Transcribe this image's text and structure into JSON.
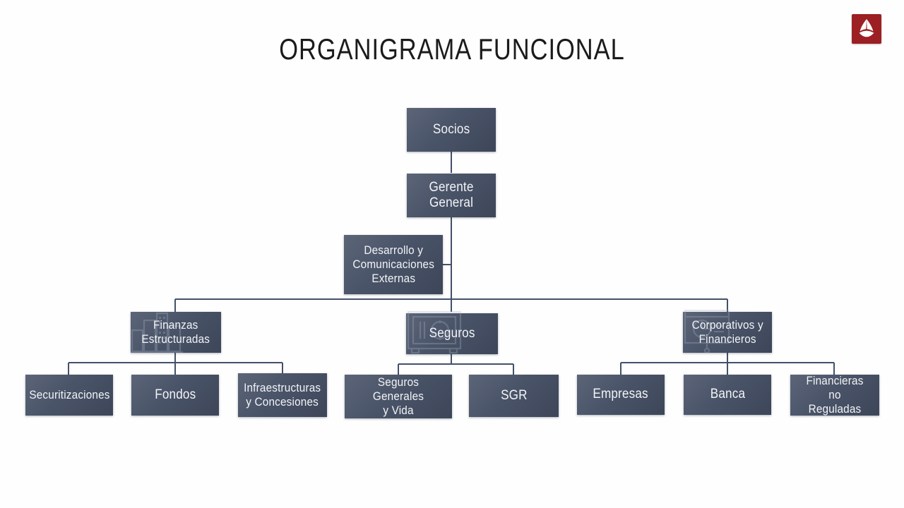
{
  "page": {
    "title": "ORGANIGRAMA FUNCIONAL",
    "background_color": "#fefefe",
    "box_fill_from": "#5c6578",
    "box_fill_to": "#3d4659",
    "box_text_color": "#f2f4f7",
    "connector_color": "#44506a",
    "logo_color": "#9c1f23",
    "logo_mark_color": "#ffffff"
  },
  "logo": {
    "name": "brand-logo",
    "shape": "triangle-trifold"
  },
  "chart_data": {
    "type": "org-chart",
    "title": "ORGANIGRAMA FUNCIONAL",
    "root": "Socios",
    "nodes": [
      {
        "id": "socios",
        "label": "Socios",
        "level": 0,
        "icon": "none"
      },
      {
        "id": "gerente",
        "label": "Gerente General",
        "level": 1,
        "icon": "none"
      },
      {
        "id": "desarrollo",
        "label": "Desarrollo y\nComunicaciones\nExternas",
        "level": 2,
        "icon": "none",
        "staff": true
      },
      {
        "id": "finanzas",
        "label": "Finanzas\nEstructuradas",
        "level": 3,
        "icon": "buildings-icon"
      },
      {
        "id": "seguros",
        "label": "Seguros",
        "level": 3,
        "icon": "safe-icon"
      },
      {
        "id": "corporativos",
        "label": "Corporativos y\nFinancieros",
        "level": 3,
        "icon": "presentation-board-icon"
      },
      {
        "id": "securitizaciones",
        "label": "Securitizaciones",
        "level": 4,
        "icon": "none"
      },
      {
        "id": "fondos",
        "label": "Fondos",
        "level": 4,
        "icon": "none"
      },
      {
        "id": "infraestructuras",
        "label": "Infraestructuras\ny Concesiones",
        "level": 4,
        "icon": "none"
      },
      {
        "id": "seguros_grales",
        "label": "Seguros Generales\ny Vida",
        "level": 4,
        "icon": "none"
      },
      {
        "id": "sgr",
        "label": "SGR",
        "level": 4,
        "icon": "none"
      },
      {
        "id": "empresas",
        "label": "Empresas",
        "level": 4,
        "icon": "none"
      },
      {
        "id": "banca",
        "label": "Banca",
        "level": 4,
        "icon": "none"
      },
      {
        "id": "financieras",
        "label": "Financieras no\nReguladas",
        "level": 4,
        "icon": "none"
      }
    ],
    "edges": [
      {
        "from": "socios",
        "to": "gerente"
      },
      {
        "from": "gerente",
        "to": "desarrollo"
      },
      {
        "from": "gerente",
        "to": "finanzas"
      },
      {
        "from": "gerente",
        "to": "seguros"
      },
      {
        "from": "gerente",
        "to": "corporativos"
      },
      {
        "from": "finanzas",
        "to": "securitizaciones"
      },
      {
        "from": "finanzas",
        "to": "fondos"
      },
      {
        "from": "finanzas",
        "to": "infraestructuras"
      },
      {
        "from": "seguros",
        "to": "seguros_grales"
      },
      {
        "from": "seguros",
        "to": "sgr"
      },
      {
        "from": "corporativos",
        "to": "empresas"
      },
      {
        "from": "corporativos",
        "to": "banca"
      },
      {
        "from": "corporativos",
        "to": "financieras"
      }
    ]
  }
}
